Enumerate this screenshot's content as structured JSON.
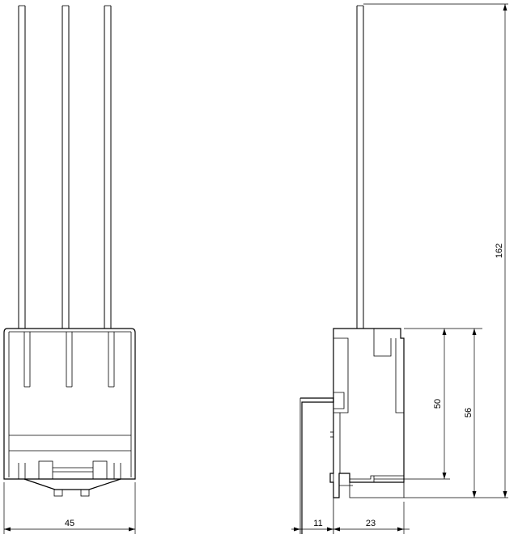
{
  "dimensions": {
    "front_width": "45",
    "side_offset": "11",
    "side_depth": "23",
    "body_height": "50",
    "total_body_height": "56",
    "total_height": "162"
  }
}
